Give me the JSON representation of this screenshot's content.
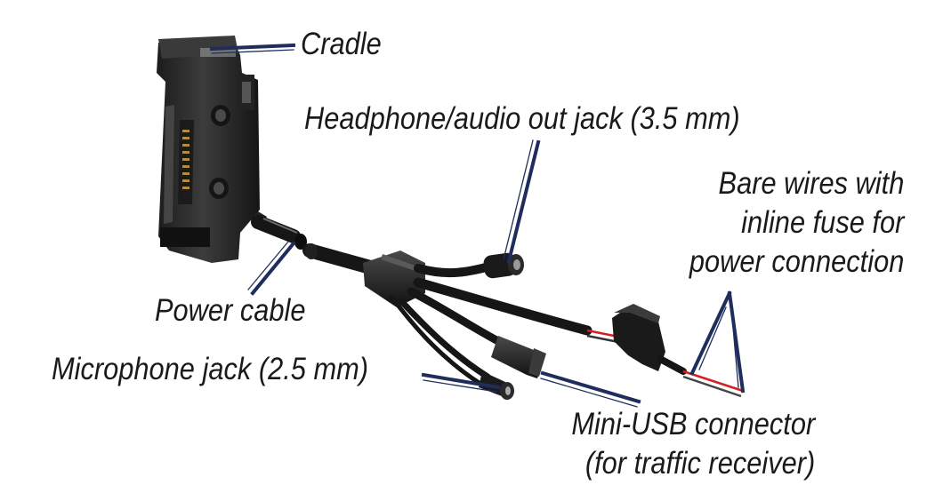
{
  "labels": {
    "cradle": "Cradle",
    "headphone": "Headphone/audio out jack (3.5 mm)",
    "bare_wires": [
      "Bare wires with",
      "inline fuse for",
      "power connection"
    ],
    "power_cable": "Power cable",
    "microphone": "Microphone jack (2.5 mm)",
    "mini_usb": [
      "Mini-USB connector",
      "(for traffic receiver)"
    ]
  },
  "colors": {
    "leader": "#1f2d5c",
    "cable": "#161616",
    "cradle_body": "#2b2b2b",
    "wire_red": "#d42020"
  }
}
